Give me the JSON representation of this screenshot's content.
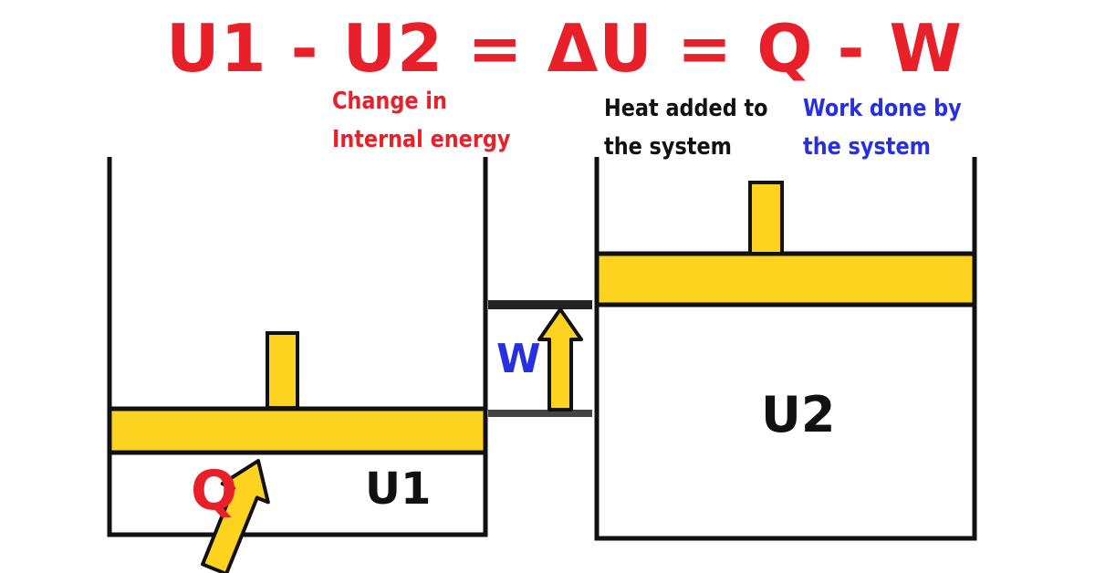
{
  "equation": {
    "text": "U1 - U2 = ΔU = Q - W"
  },
  "annotations": {
    "internal_energy": [
      "Change in",
      "Internal energy"
    ],
    "heat_added": [
      "Heat added to",
      "the system"
    ],
    "work_done": [
      "Work done by",
      "the system"
    ]
  },
  "labels": {
    "u1": "U1",
    "u2": "U2",
    "q": "Q",
    "w": "W"
  },
  "colors": {
    "equation": "#e8202a",
    "internal_energy": "#e8202a",
    "heat_added": "#111111",
    "work_done": "#2630e0",
    "q_label": "#e8202a",
    "w_label": "#2630e0",
    "piston_fill": "#fdd31f",
    "outline": "#111111"
  }
}
